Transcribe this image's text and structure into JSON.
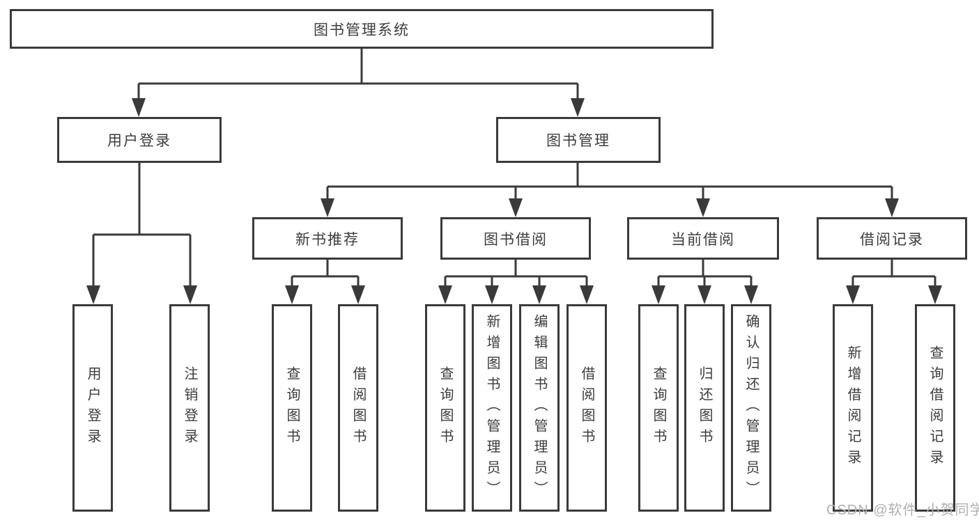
{
  "root": {
    "label": "图书管理系统"
  },
  "level2": [
    {
      "label": "用户登录"
    },
    {
      "label": "图书管理"
    }
  ],
  "level3": [
    {
      "label": "新书推荐",
      "parent": "图书管理"
    },
    {
      "label": "图书借阅",
      "parent": "图书管理"
    },
    {
      "label": "当前借阅",
      "parent": "图书管理"
    },
    {
      "label": "借阅记录",
      "parent": "图书管理"
    }
  ],
  "leaves": [
    {
      "label": "用户登录",
      "parent": "用户登录"
    },
    {
      "label": "注销登录",
      "parent": "用户登录"
    },
    {
      "label": "查询图书",
      "parent": "新书推荐"
    },
    {
      "label": "借阅图书",
      "parent": "新书推荐"
    },
    {
      "label": "查询图书",
      "parent": "图书借阅"
    },
    {
      "label": "新增图书（管理员）",
      "parent": "图书借阅"
    },
    {
      "label": "编辑图书（管理员）",
      "parent": "图书借阅"
    },
    {
      "label": "借阅图书",
      "parent": "图书借阅"
    },
    {
      "label": "查询图书",
      "parent": "当前借阅"
    },
    {
      "label": "归还图书",
      "parent": "当前借阅"
    },
    {
      "label": "确认归还（管理员）",
      "parent": "当前借阅"
    },
    {
      "label": "新增借阅记录",
      "parent": "借阅记录"
    },
    {
      "label": "查询借阅记录",
      "parent": "借阅记录"
    }
  ],
  "watermark": "CSDN @软件_小贺同学",
  "colors": {
    "line": "#3a3a3a",
    "text": "#3c3c3c",
    "watermark": "#b0b0b0",
    "background": "#ffffff"
  }
}
